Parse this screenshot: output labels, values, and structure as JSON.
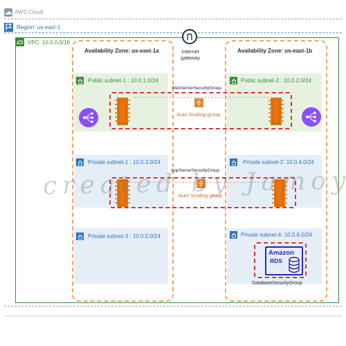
{
  "cloud": {
    "label": "AWS Cloud"
  },
  "region": {
    "label": "Region: us-east-1"
  },
  "vpc": {
    "label": "VPC: 10.0.0.0/16"
  },
  "igw": {
    "label_line1": "Internet",
    "label_line2": "gateway"
  },
  "az_a": {
    "label": "Availability Zone: us-east-1a"
  },
  "az_b": {
    "label": "Availability Zone: us-east-1b"
  },
  "subnets": {
    "public1": "Public subnet-1 : 10.0.1.0/24",
    "public2": "Public subnet-2 : 10.0.2.0/24",
    "private1": "Private subnet-1 : 10.0.3.0/24",
    "private2": "Private subnet-2: 10.0.4.0/24",
    "private3": "Private subnet-3 : 10.0.5.0/24",
    "private4": "Private subnet-4: 10.0.6.0/24"
  },
  "security_groups": {
    "web": "WebServerSecurityGroup",
    "app": "AppServerSecurityGroup",
    "db": "DatabaseSecurityGroup"
  },
  "asg": {
    "web_label": "Auto Scaling group",
    "app_label": "Auto Scaling group"
  },
  "rds": {
    "line1": "Amazon",
    "line2": "RDS"
  },
  "watermark": {
    "text": "created by Jamoyan"
  },
  "colors": {
    "accent_orange": "#f2a46a",
    "asg_red": "#d8333a",
    "vpc_green": "#3b8b3b",
    "subnet_blue": "#2e73b8",
    "ec2_orange": "#e8740c"
  }
}
